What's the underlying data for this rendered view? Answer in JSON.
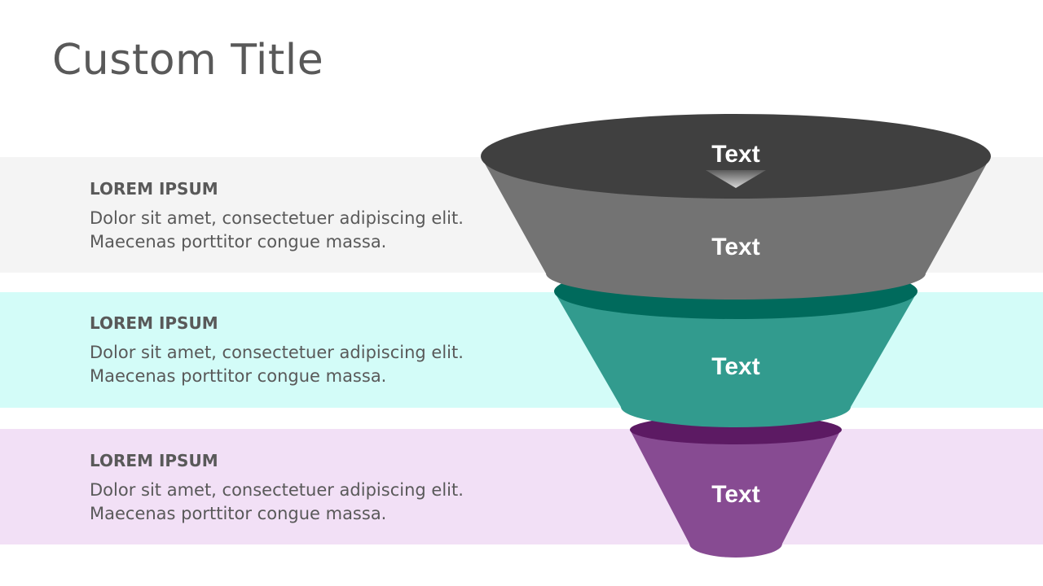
{
  "slide": {
    "title": "Custom Title"
  },
  "colors": {
    "band_gray": "#f4f4f4",
    "band_teal": "#d3fcf8",
    "band_purple": "#f2e0f6",
    "text_gray": "#595959"
  },
  "rows": [
    {
      "heading": "LOREM IPSUM",
      "description": "Dolor sit amet, consectetuer adipiscing elit. Maecenas porttitor congue massa."
    },
    {
      "heading": "LOREM IPSUM",
      "description": "Dolor sit amet, consectetuer adipiscing elit. Maecenas porttitor congue massa."
    },
    {
      "heading": "LOREM IPSUM",
      "description": "Dolor sit amet, consectetuer adipiscing elit. Maecenas porttitor congue massa."
    }
  ],
  "funnel": {
    "top_label": "Text",
    "stages": [
      {
        "label": "Text",
        "color": "#737373",
        "rim_color": "#404040"
      },
      {
        "label": "Text",
        "color": "#329b8e",
        "rim_color": "#006a5c"
      },
      {
        "label": "Text",
        "color": "#874b92",
        "rim_color": "#5c1a63"
      }
    ]
  }
}
